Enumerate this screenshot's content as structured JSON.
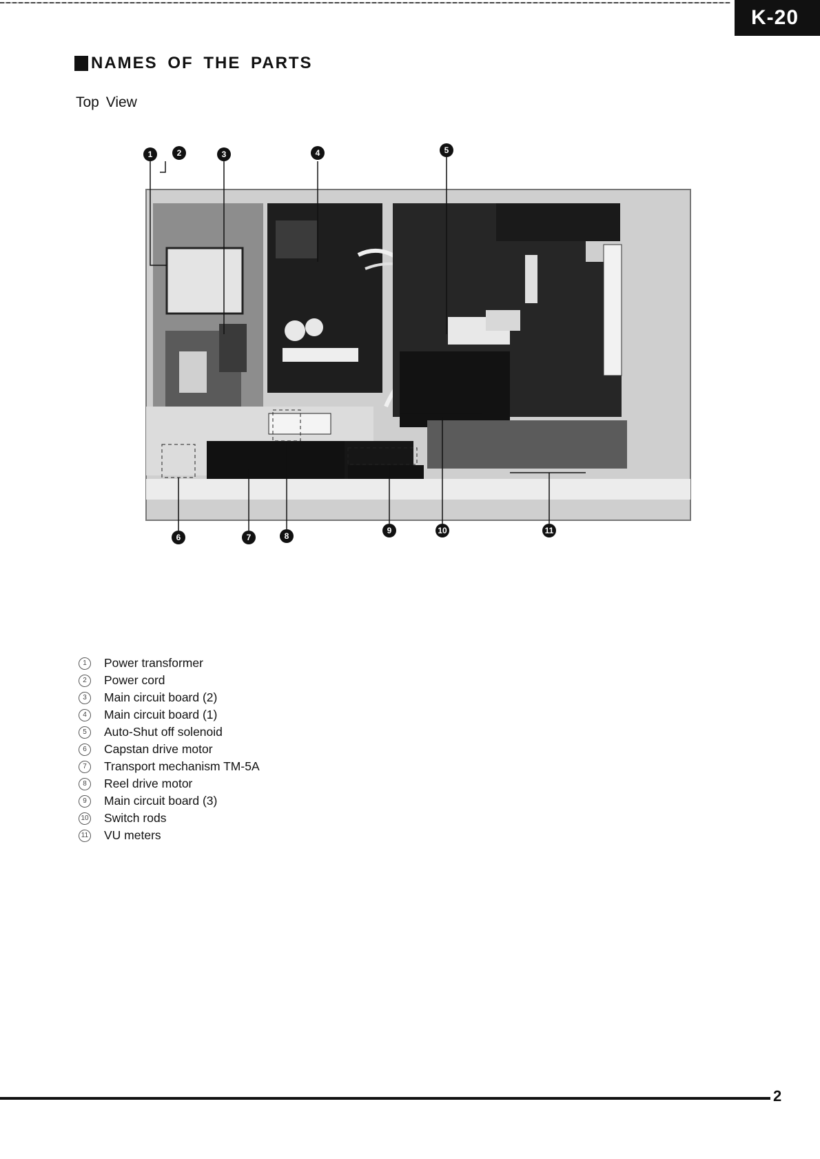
{
  "header": {
    "model_tab": "K-20"
  },
  "section": {
    "title": "NAMES OF THE PARTS",
    "subtitle": "Top View"
  },
  "figure": {
    "callouts": [
      "1",
      "2",
      "3",
      "4",
      "5",
      "6",
      "7",
      "8",
      "9",
      "10",
      "11"
    ]
  },
  "parts": [
    {
      "num": "1",
      "label": "Power transformer"
    },
    {
      "num": "2",
      "label": "Power cord"
    },
    {
      "num": "3",
      "label": "Main circuit board (2)"
    },
    {
      "num": "4",
      "label": "Main circuit board (1)"
    },
    {
      "num": "5",
      "label": "Auto-Shut off solenoid"
    },
    {
      "num": "6",
      "label": "Capstan drive motor"
    },
    {
      "num": "7",
      "label": "Transport mechanism TM-5A"
    },
    {
      "num": "8",
      "label": "Reel drive motor"
    },
    {
      "num": "9",
      "label": "Main circuit board (3)"
    },
    {
      "num": "10",
      "label": "Switch rods"
    },
    {
      "num": "11",
      "label": "VU meters"
    }
  ],
  "footer": {
    "page_number": "2"
  },
  "colors": {
    "ink": "#111111",
    "paper": "#ffffff",
    "photo_dark": "#1e1e1e",
    "photo_chassis": "#cfcfcf"
  }
}
